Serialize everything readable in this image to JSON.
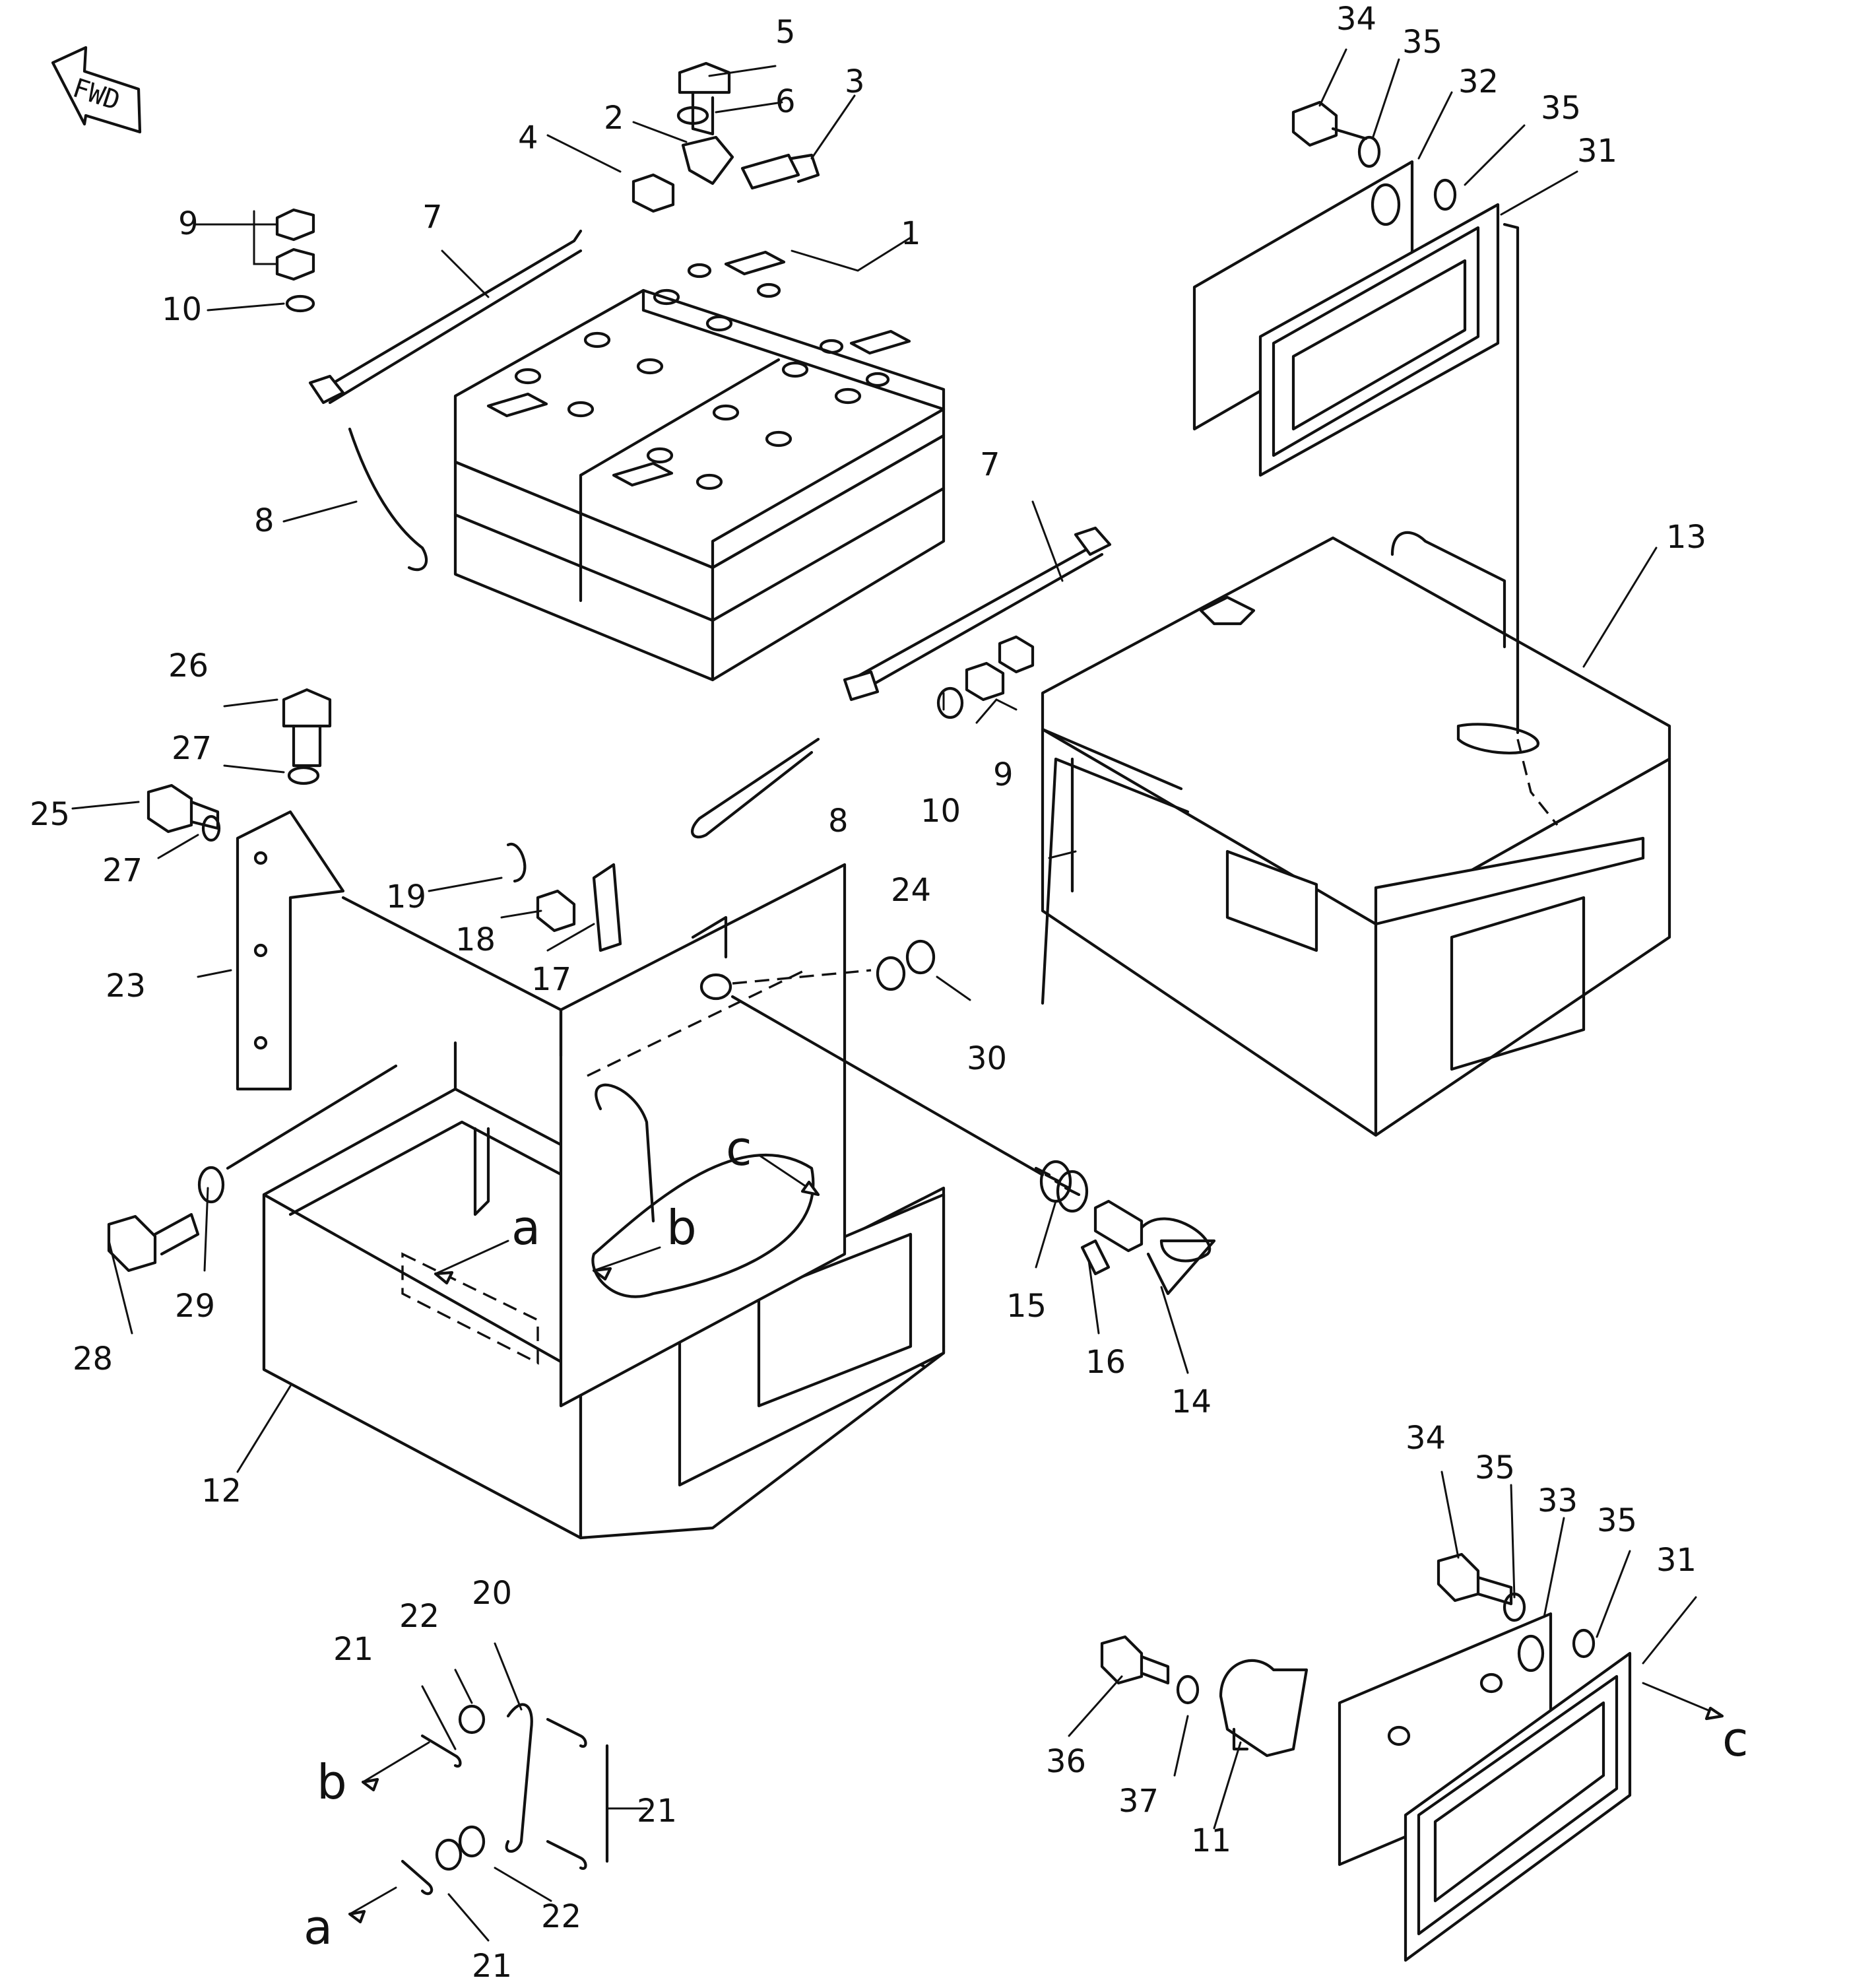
{
  "direction_marker": "FWD",
  "part_labels": [
    "1",
    "2",
    "3",
    "4",
    "5",
    "6",
    "7",
    "8",
    "9",
    "10",
    "11",
    "12",
    "13",
    "14",
    "15",
    "16",
    "17",
    "18",
    "19",
    "20",
    "21",
    "22",
    "23",
    "24",
    "25",
    "26",
    "27",
    "28",
    "29",
    "30",
    "31",
    "32",
    "33",
    "34",
    "35",
    "36",
    "37"
  ],
  "section_letters": [
    "a",
    "b",
    "c"
  ],
  "icons": [
    "forward-arrow-icon"
  ],
  "colors": {
    "ink": "#111111",
    "paper": "#ffffff"
  }
}
